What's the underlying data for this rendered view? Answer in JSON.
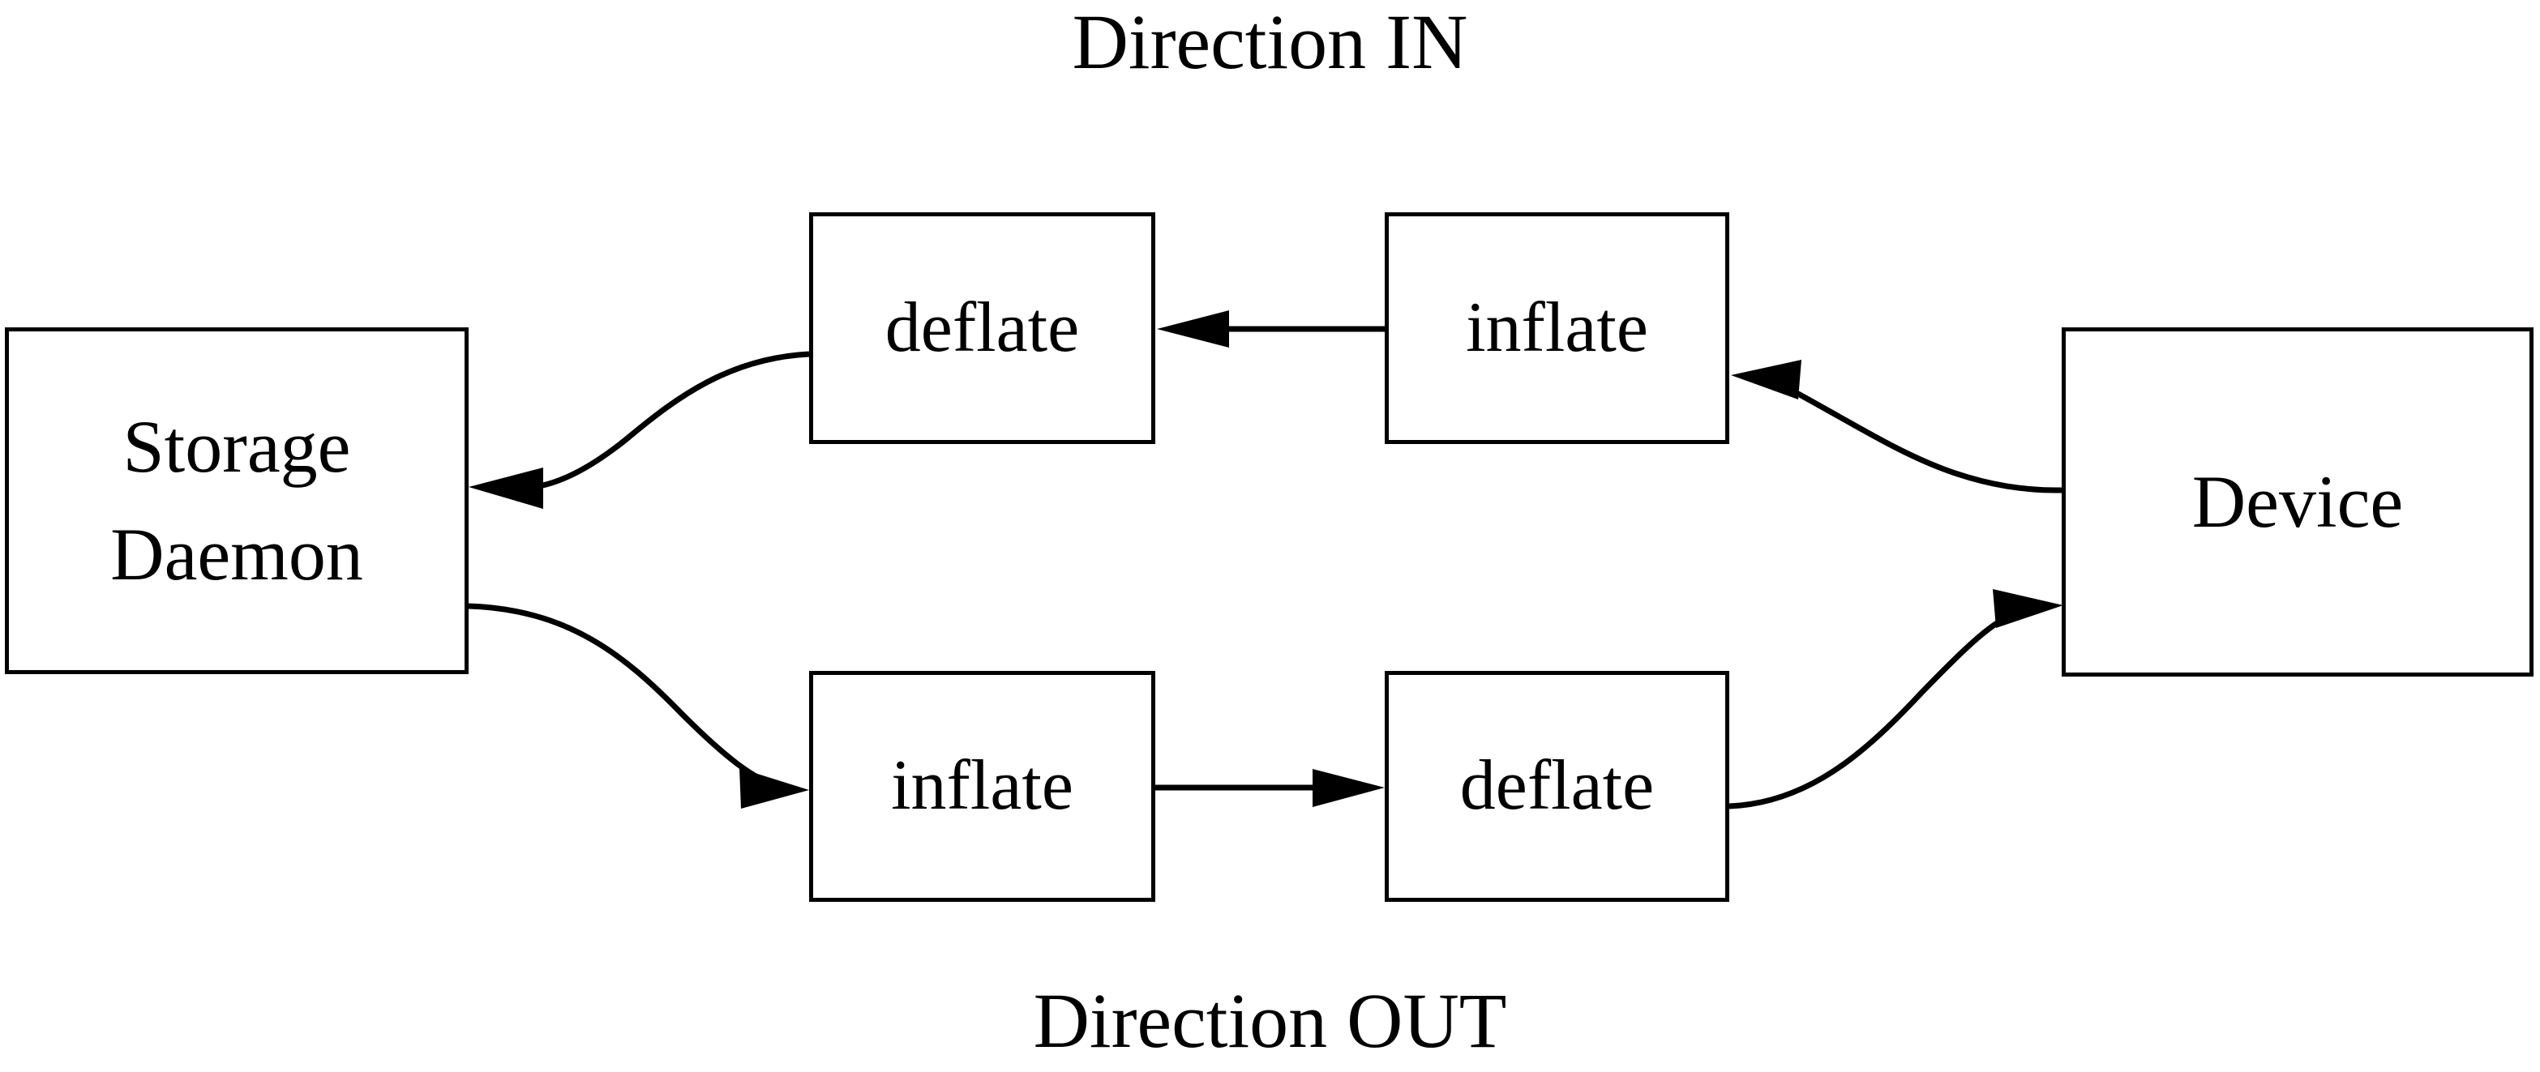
{
  "diagram": {
    "title_top": "Direction IN",
    "title_bottom": "Direction OUT",
    "stroke_color": "#000000",
    "background_color": "#ffffff",
    "nodes": [
      {
        "id": "storage-daemon",
        "lines": [
          "Storage",
          "Daemon"
        ],
        "line1": "Storage",
        "line2": "Daemon"
      },
      {
        "id": "deflate-in",
        "label": "deflate"
      },
      {
        "id": "inflate-in",
        "label": "inflate"
      },
      {
        "id": "device",
        "label": "Device"
      },
      {
        "id": "inflate-out",
        "label": "inflate"
      },
      {
        "id": "deflate-out",
        "label": "deflate"
      }
    ],
    "edges": [
      {
        "id": "device-to-inflate-in",
        "from": "device",
        "to": "inflate-in",
        "direction": "IN",
        "style": "curved"
      },
      {
        "id": "inflate-in-to-deflate-in",
        "from": "inflate-in",
        "to": "deflate-in",
        "direction": "IN",
        "style": "straight"
      },
      {
        "id": "deflate-in-to-storage",
        "from": "deflate-in",
        "to": "storage-daemon",
        "direction": "IN",
        "style": "curved"
      },
      {
        "id": "storage-to-inflate-out",
        "from": "storage-daemon",
        "to": "inflate-out",
        "direction": "OUT",
        "style": "curved"
      },
      {
        "id": "inflate-out-to-deflate-out",
        "from": "inflate-out",
        "to": "deflate-out",
        "direction": "OUT",
        "style": "straight"
      },
      {
        "id": "deflate-out-to-device",
        "from": "deflate-out",
        "to": "device",
        "direction": "OUT",
        "style": "curved"
      }
    ]
  }
}
